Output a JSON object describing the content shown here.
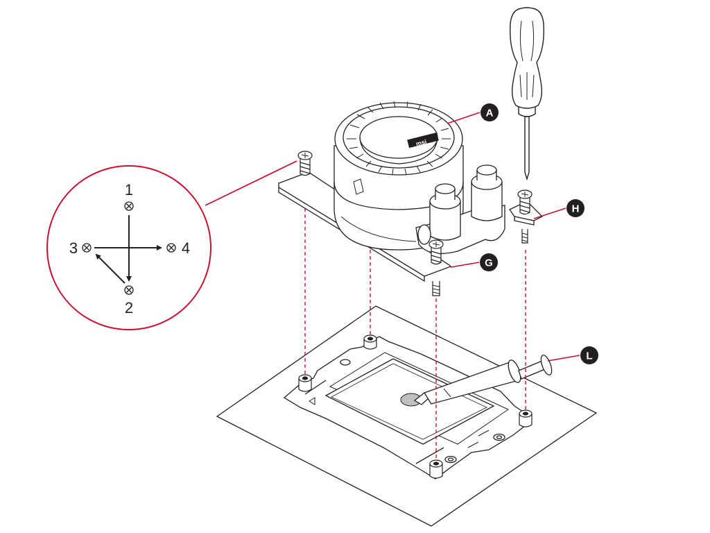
{
  "callouts": {
    "a": "A",
    "g": "G",
    "h": "H",
    "l": "L"
  },
  "screw_sequence": {
    "s1": "1",
    "s2": "2",
    "s3": "3",
    "s4": "4"
  },
  "pump_logo": "msi",
  "colors": {
    "accent": "#c8102e",
    "line": "#231f20",
    "background": "#ffffff"
  },
  "icons": {
    "screw": "screw-cross-icon",
    "screwdriver": "screwdriver-icon",
    "callout": "callout-badge-icon"
  }
}
